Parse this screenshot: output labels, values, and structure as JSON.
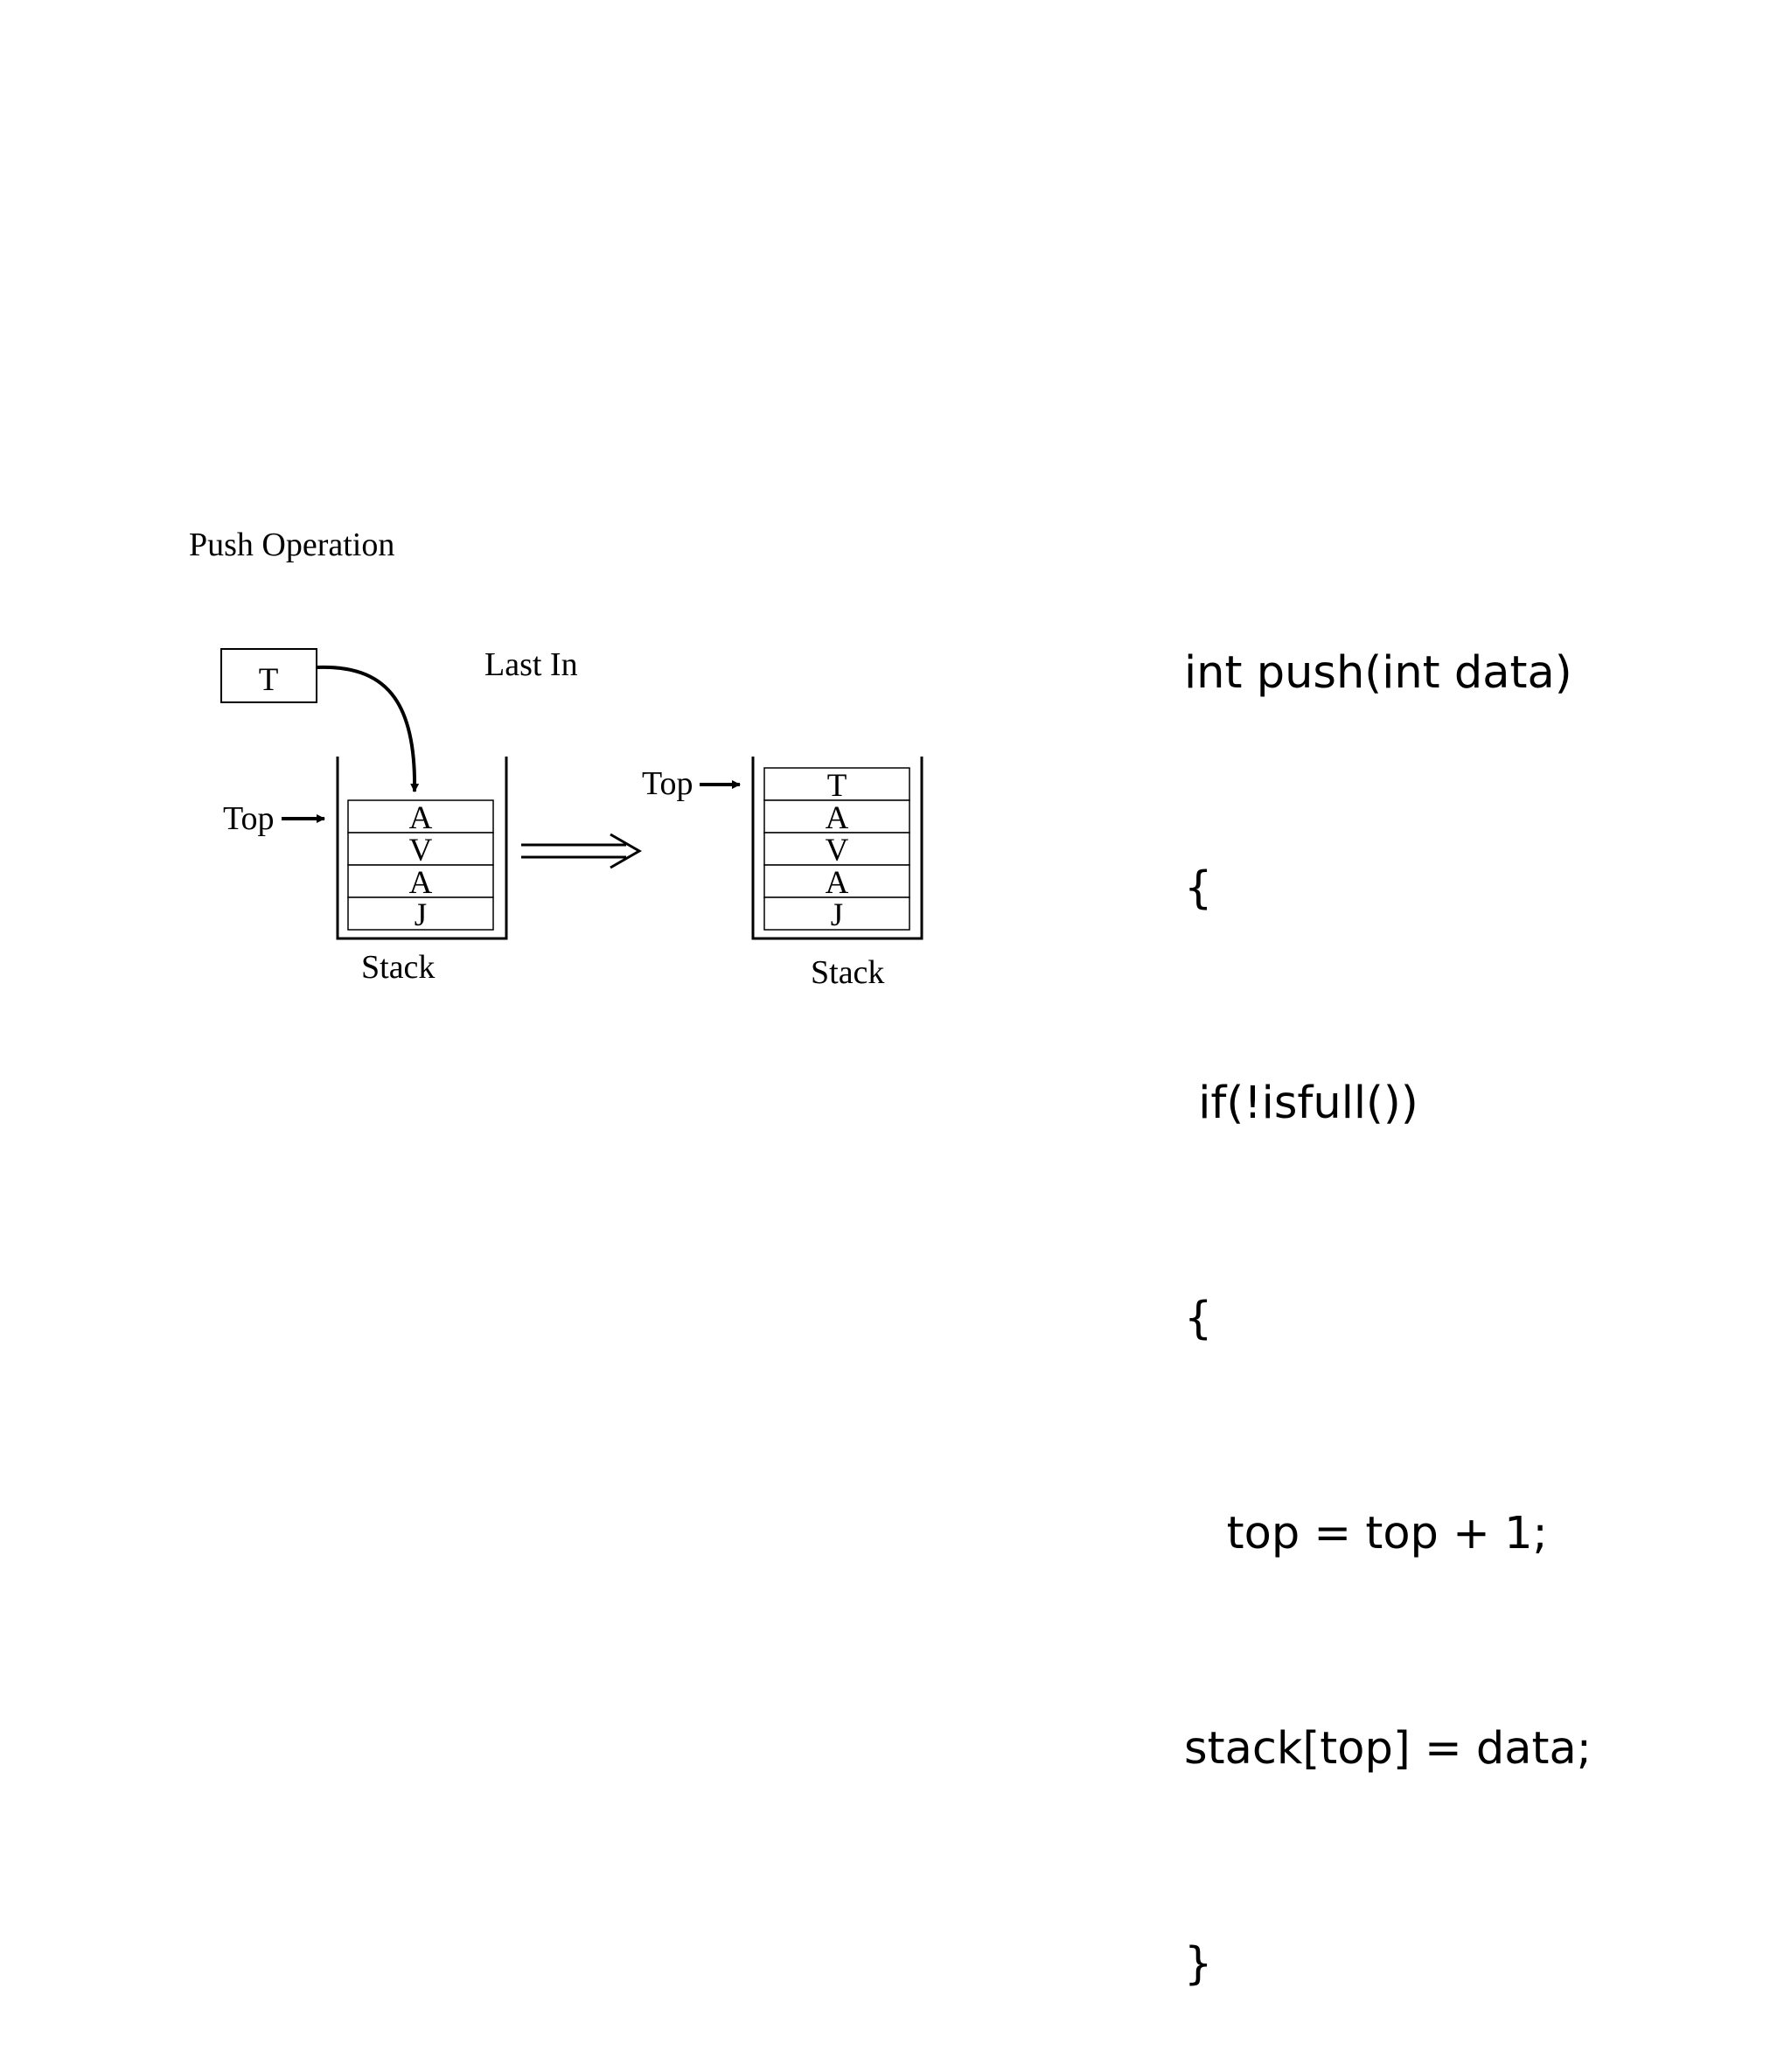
{
  "diagram": {
    "title": "Push Operation",
    "incoming_element": "T",
    "last_in_label": "Last In",
    "before": {
      "top_label": "Top",
      "stack_label": "Stack",
      "cells": [
        "A",
        "V",
        "A",
        "J"
      ]
    },
    "after": {
      "top_label": "Top",
      "stack_label": "Stack",
      "cells": [
        "T",
        "A",
        "V",
        "A",
        "J"
      ]
    }
  },
  "code": {
    "lines": [
      "int push(int data)",
      "{",
      " if(!isfull())",
      "{",
      "   top = top + 1;",
      "stack[top] = data;",
      "}"
    ]
  }
}
